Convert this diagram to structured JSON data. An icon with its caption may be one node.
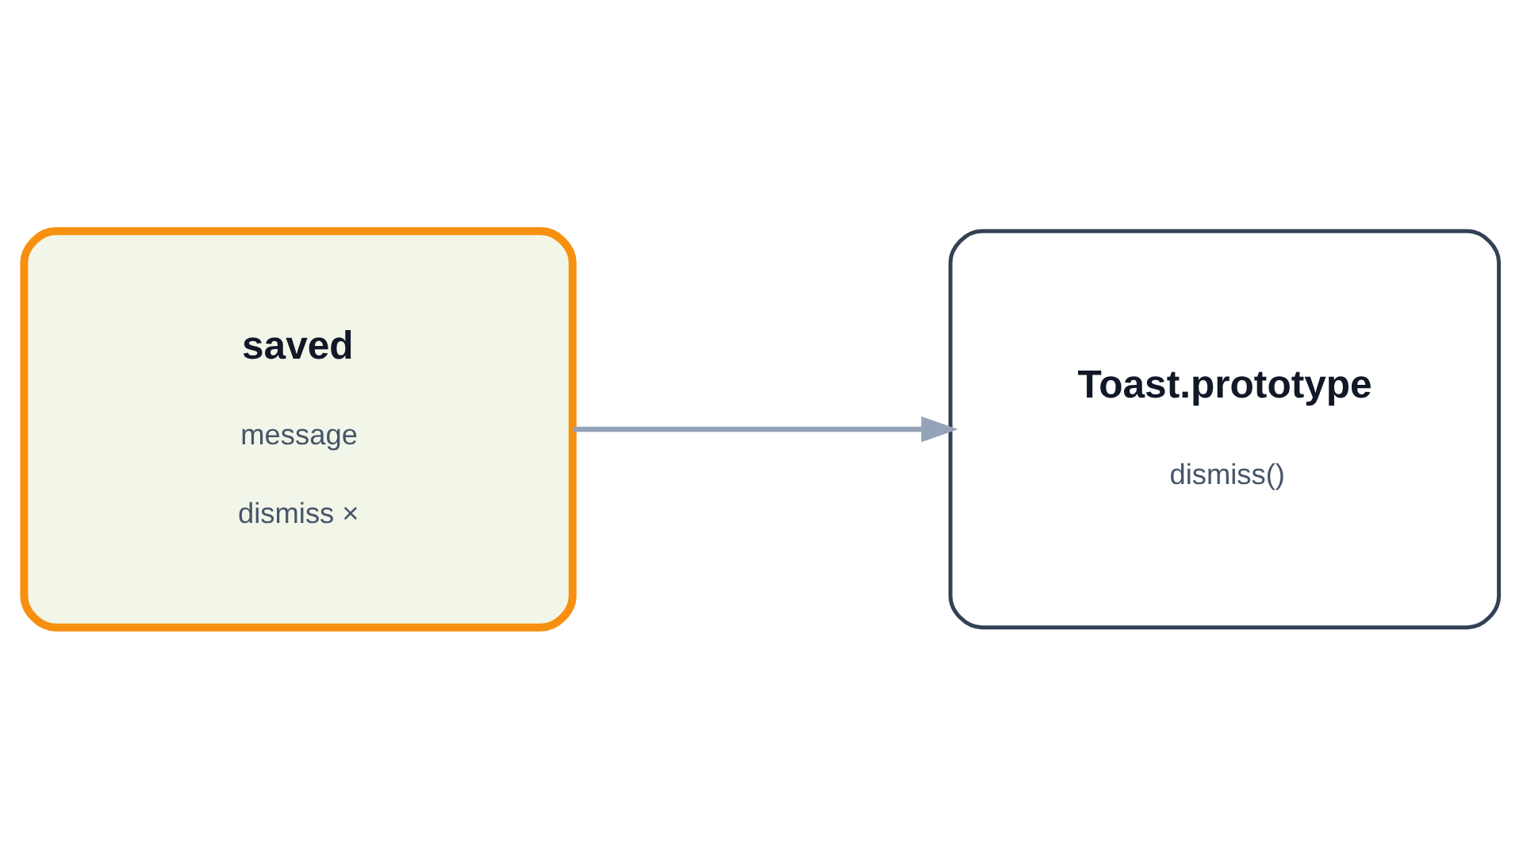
{
  "diagram": {
    "nodes": [
      {
        "text": [
          "saved",
          "message",
          "dismiss ×"
        ]
      },
      {
        "text": [
          "Toast.prototype",
          "dismiss()"
        ]
      }
    ],
    "edges": [
      {
        "from": 0,
        "to": 1,
        "arrow": "to"
      }
    ]
  }
}
